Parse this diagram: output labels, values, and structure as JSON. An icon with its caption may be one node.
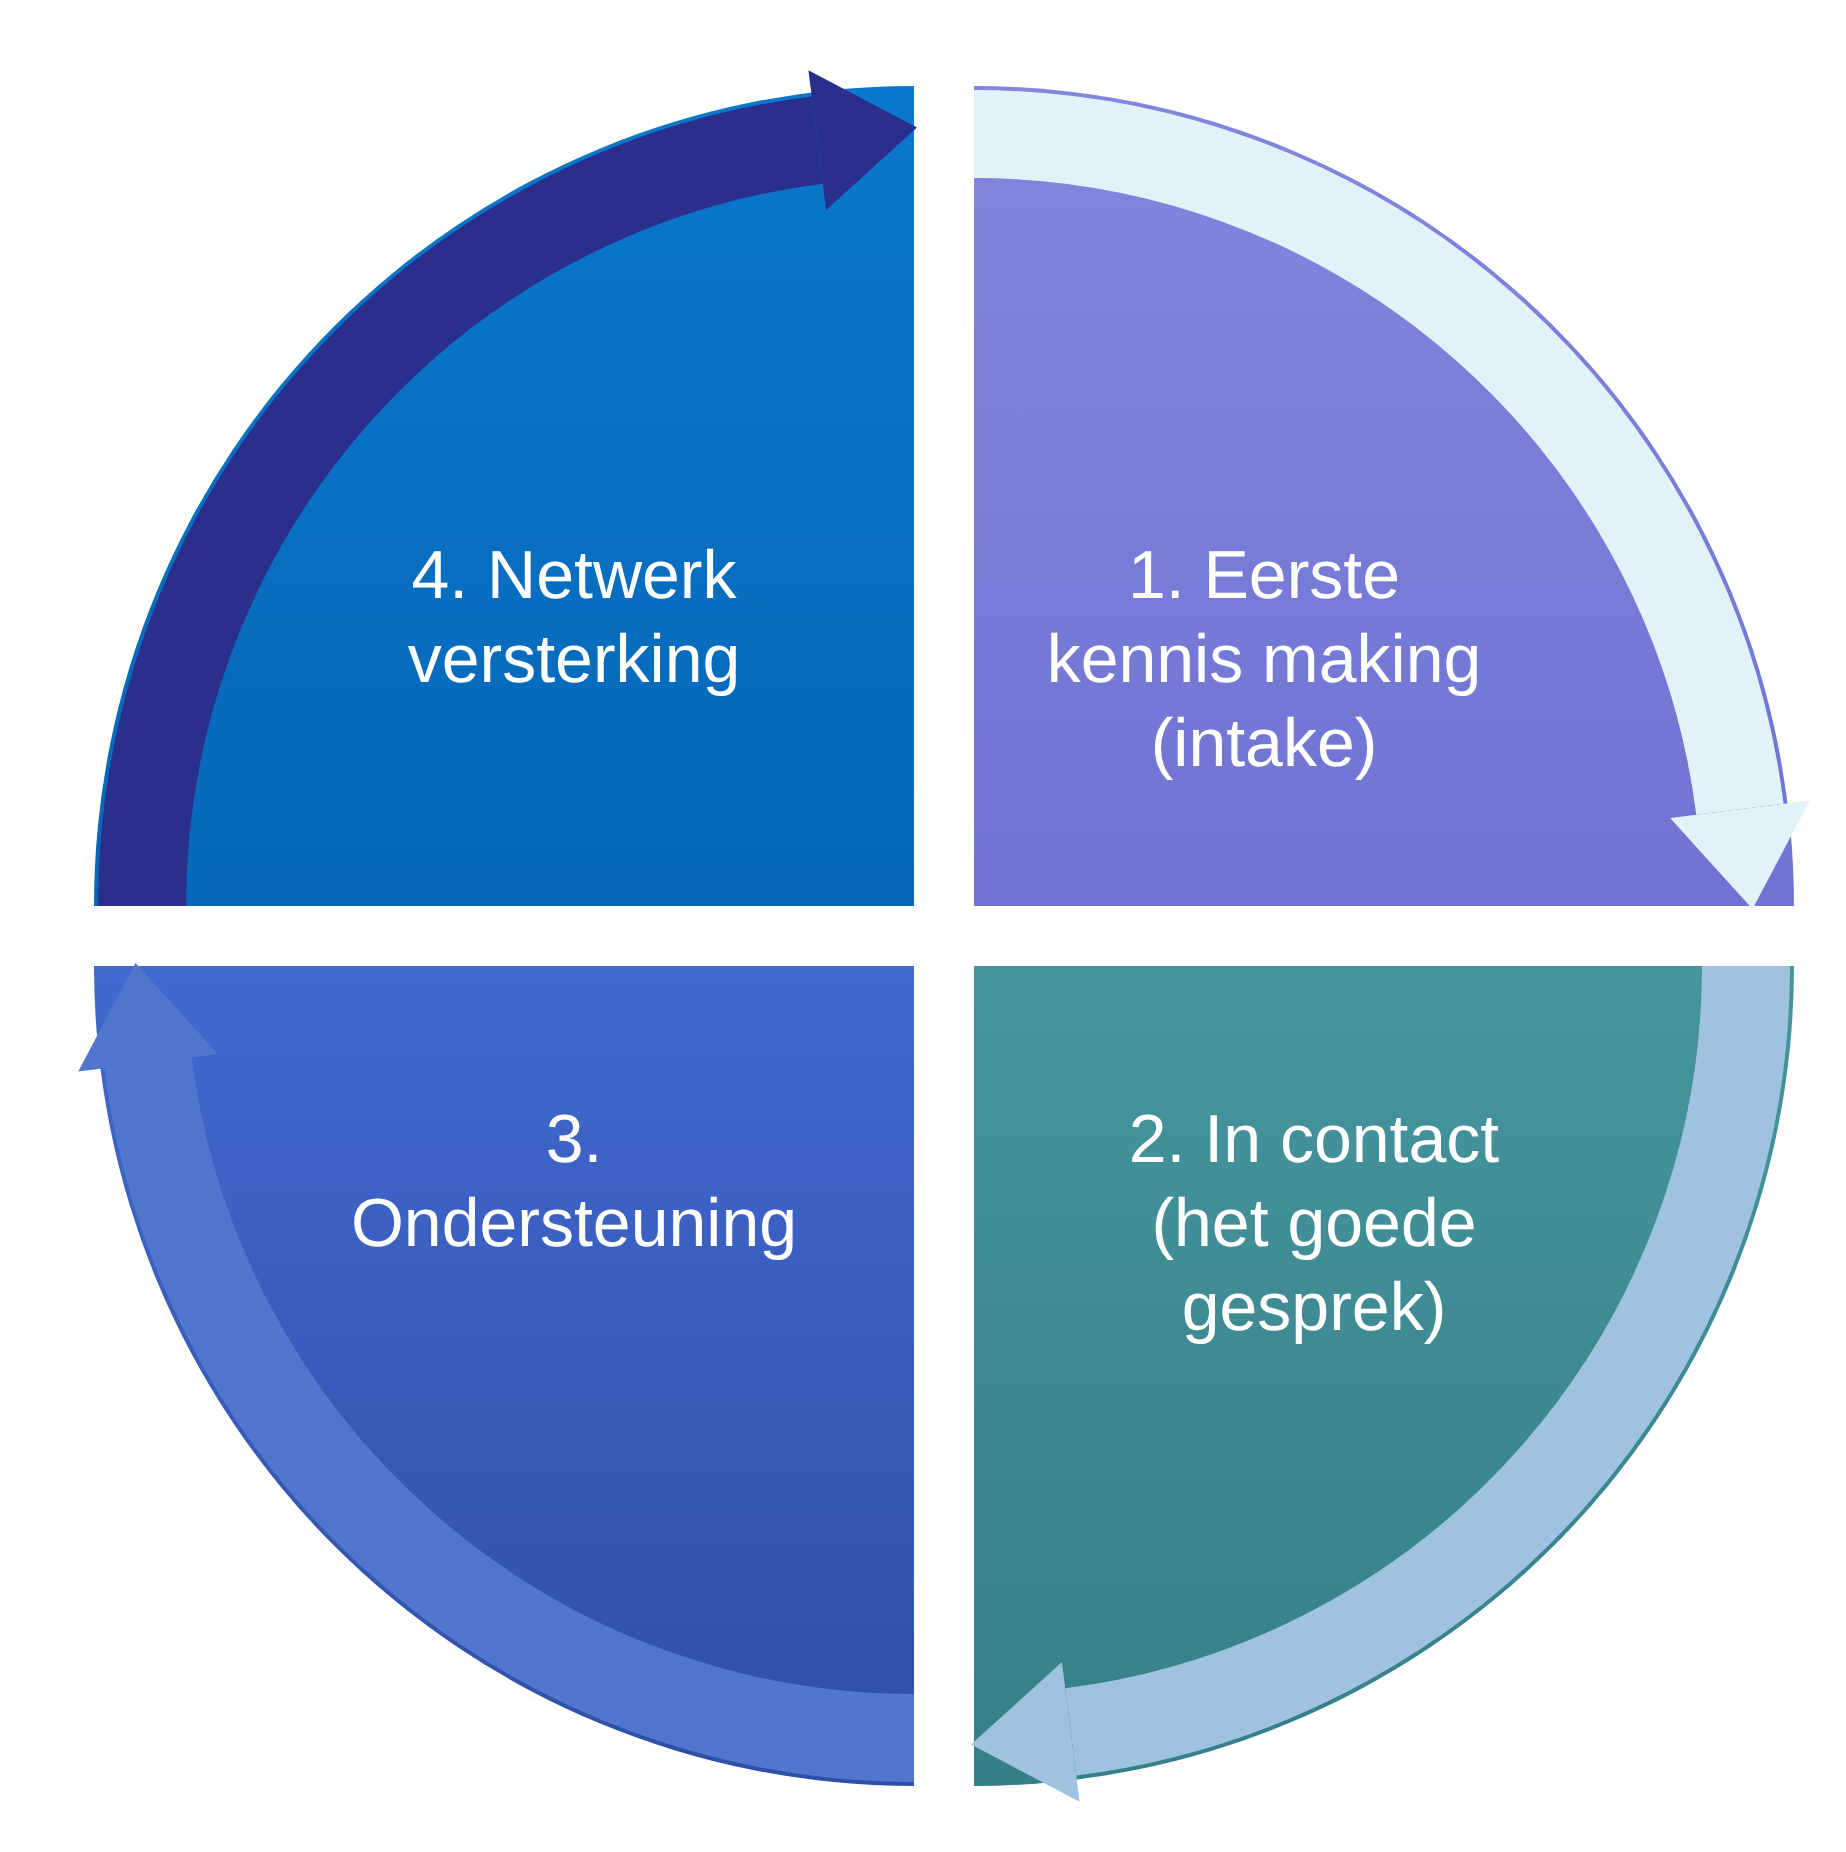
{
  "diagram": {
    "nodes": [
      {
        "text": [
          "1. Eerste kennis making (intake)"
        ]
      },
      {
        "text": [
          "2. In contact (het goede gesprek)"
        ]
      },
      {
        "text": [
          "3. Ondersteuning"
        ]
      },
      {
        "text": [
          "4. Netwerk versterking"
        ]
      }
    ],
    "edges": [
      {
        "from": 0,
        "to": 1,
        "arrow": "to",
        "color": "#dff3f8"
      },
      {
        "from": 1,
        "to": 2,
        "arrow": "to",
        "color": "#9ec2df"
      },
      {
        "from": 2,
        "to": 3,
        "arrow": "to",
        "color": "#5077cb"
      },
      {
        "from": 3,
        "to": 0,
        "arrow": "to",
        "color": "#2b2f8c"
      }
    ]
  }
}
